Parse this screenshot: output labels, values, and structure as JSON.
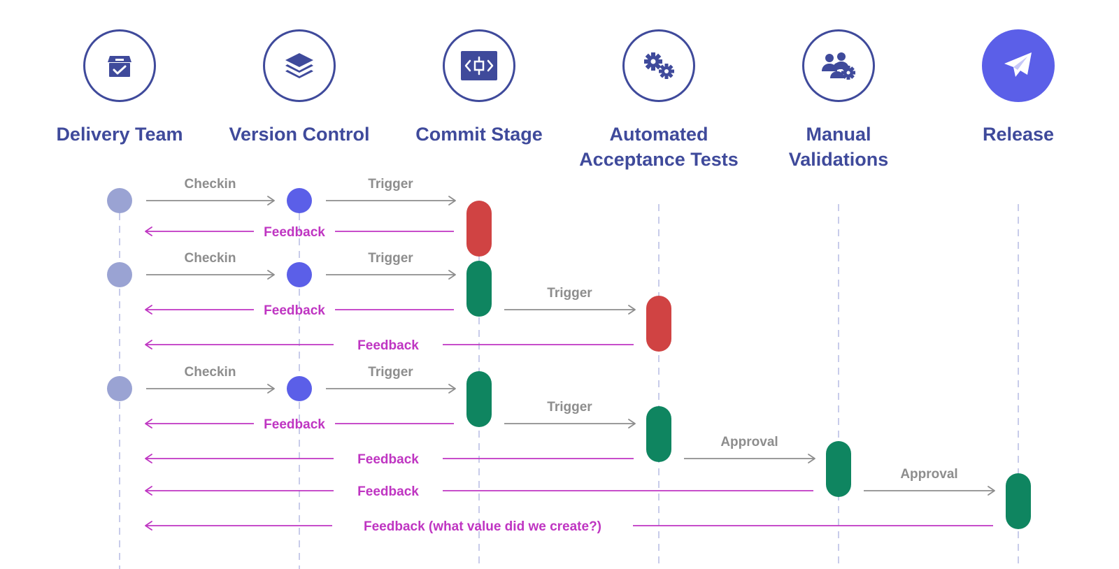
{
  "colors": {
    "heading": "#3f4a9b",
    "team_dot": "#9aa3d3",
    "vc_dot": "#5b5fe8",
    "fail": "#d04343",
    "pass": "#0f8560",
    "forward_arrow": "#8d8d8d",
    "feedback_arrow": "#bf35c2",
    "lifeline": "#b5bbe3"
  },
  "stages": [
    {
      "id": "delivery-team",
      "icon": "box-check-icon",
      "lines": [
        "Delivery Team"
      ]
    },
    {
      "id": "version-control",
      "icon": "layers-icon",
      "lines": [
        "Version Control"
      ]
    },
    {
      "id": "commit-stage",
      "icon": "code-block-icon",
      "lines": [
        "Commit Stage"
      ]
    },
    {
      "id": "automated-acceptance-tests",
      "icon": "gears-icon",
      "lines": [
        "Automated",
        "Acceptance Tests"
      ]
    },
    {
      "id": "manual-validations",
      "icon": "users-gear-icon",
      "lines": [
        "Manual",
        "Validations"
      ]
    },
    {
      "id": "release",
      "icon": "paper-plane-icon",
      "lines": [
        "Release"
      ]
    }
  ],
  "flows": [
    {
      "nodes": [
        {
          "stage": 0,
          "kind": "dot"
        },
        {
          "stage": 1,
          "kind": "dot"
        },
        {
          "stage": 2,
          "kind": "pill",
          "status": "fail"
        }
      ],
      "forward": [
        {
          "from": 0,
          "to": 1,
          "label": "Checkin"
        },
        {
          "from": 1,
          "to": 2,
          "label": "Trigger"
        }
      ],
      "feedback": [
        {
          "from": 2,
          "label": "Feedback"
        }
      ]
    },
    {
      "nodes": [
        {
          "stage": 0,
          "kind": "dot"
        },
        {
          "stage": 1,
          "kind": "dot"
        },
        {
          "stage": 2,
          "kind": "pill",
          "status": "pass"
        },
        {
          "stage": 3,
          "kind": "pill",
          "status": "fail"
        }
      ],
      "forward": [
        {
          "from": 0,
          "to": 1,
          "label": "Checkin"
        },
        {
          "from": 1,
          "to": 2,
          "label": "Trigger"
        },
        {
          "from": 2,
          "to": 3,
          "label": "Trigger"
        }
      ],
      "feedback": [
        {
          "from": 2,
          "label": "Feedback"
        },
        {
          "from": 3,
          "label": "Feedback"
        }
      ]
    },
    {
      "nodes": [
        {
          "stage": 0,
          "kind": "dot"
        },
        {
          "stage": 1,
          "kind": "dot"
        },
        {
          "stage": 2,
          "kind": "pill",
          "status": "pass"
        },
        {
          "stage": 3,
          "kind": "pill",
          "status": "pass"
        },
        {
          "stage": 4,
          "kind": "pill",
          "status": "pass"
        },
        {
          "stage": 5,
          "kind": "pill",
          "status": "pass"
        }
      ],
      "forward": [
        {
          "from": 0,
          "to": 1,
          "label": "Checkin"
        },
        {
          "from": 1,
          "to": 2,
          "label": "Trigger"
        },
        {
          "from": 2,
          "to": 3,
          "label": "Trigger"
        },
        {
          "from": 3,
          "to": 4,
          "label": "Approval"
        },
        {
          "from": 4,
          "to": 5,
          "label": "Approval"
        }
      ],
      "feedback": [
        {
          "from": 2,
          "label": "Feedback"
        },
        {
          "from": 3,
          "label": "Feedback"
        },
        {
          "from": 4,
          "label": "Feedback"
        },
        {
          "from": 5,
          "label": "Feedback (what value did we create?)"
        }
      ]
    }
  ]
}
